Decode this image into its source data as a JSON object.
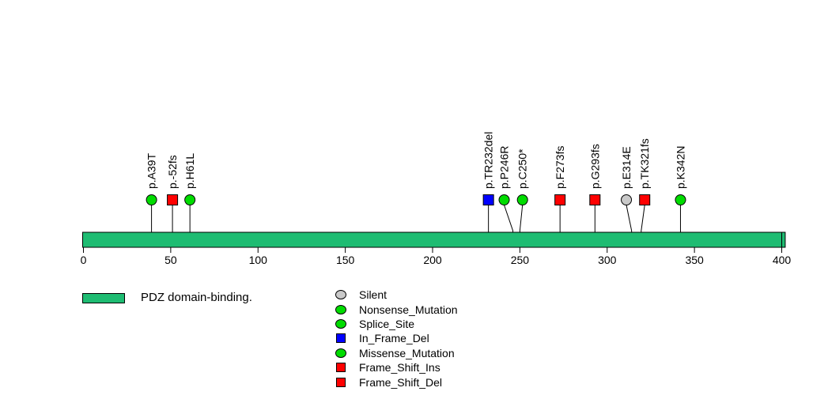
{
  "chart_data": {
    "type": "lollipop",
    "title": "",
    "axis": {
      "min": 0,
      "max": 400,
      "ticks": [
        0,
        50,
        100,
        150,
        200,
        250,
        300,
        350,
        400
      ]
    },
    "protein_bar": {
      "start": 0,
      "end": 402,
      "domain_boundary": 400,
      "fill": "#1EBC72",
      "stroke": "#000000"
    },
    "mutations": [
      {
        "label": "p.A39T",
        "position": 39,
        "shape": "circle",
        "color": "#00DC00",
        "display": 39,
        "attach": 39
      },
      {
        "label": "p.-52fs",
        "position": 52,
        "shape": "square",
        "color": "#FF0000",
        "display": 51,
        "attach": 51
      },
      {
        "label": "p.H61L",
        "position": 61,
        "shape": "circle",
        "color": "#00DC00",
        "display": 61,
        "attach": 61
      },
      {
        "label": "p.TR232del",
        "position": 232,
        "shape": "square",
        "color": "#0000FF",
        "display": 232,
        "attach": 232
      },
      {
        "label": "p.P246R",
        "position": 246,
        "shape": "circle",
        "color": "#00DC00",
        "display": 241,
        "attach": 246
      },
      {
        "label": "p.C250*",
        "position": 250,
        "shape": "circle",
        "color": "#00DC00",
        "display": 251.5,
        "attach": 250
      },
      {
        "label": "p.F273fs",
        "position": 273,
        "shape": "square",
        "color": "#FF0000",
        "display": 273,
        "attach": 273
      },
      {
        "label": "p.G293fs",
        "position": 293,
        "shape": "square",
        "color": "#FF0000",
        "display": 293,
        "attach": 293
      },
      {
        "label": "p.E314E",
        "position": 314,
        "shape": "circle",
        "color": "#C9C9C9",
        "display": 311,
        "attach": 314
      },
      {
        "label": "p.TK321fs",
        "position": 321,
        "shape": "square",
        "color": "#FF0000",
        "display": 321.5,
        "attach": 319.5
      },
      {
        "label": "p.K342N",
        "position": 342,
        "shape": "circle",
        "color": "#00DC00",
        "display": 342,
        "attach": 342
      }
    ],
    "legend_domains": [
      {
        "label": "PDZ domain-binding.",
        "color": "#1EBC72"
      }
    ],
    "legend_types": [
      {
        "label": "Silent",
        "shape": "circle",
        "color": "#C9C9C9"
      },
      {
        "label": "Nonsense_Mutation",
        "shape": "circle",
        "color": "#00DC00"
      },
      {
        "label": "Splice_Site",
        "shape": "circle",
        "color": "#00DC00"
      },
      {
        "label": "In_Frame_Del",
        "shape": "square",
        "color": "#0000FF"
      },
      {
        "label": "Missense_Mutation",
        "shape": "circle",
        "color": "#00DC00"
      },
      {
        "label": "Frame_Shift_Ins",
        "shape": "square",
        "color": "#FF0000"
      },
      {
        "label": "Frame_Shift_Del",
        "shape": "square",
        "color": "#FF0000"
      }
    ],
    "colors": {
      "domain_green": "#1EBC72",
      "mutation_green": "#00DC00",
      "mutation_red": "#FF0000",
      "mutation_blue": "#0000FF",
      "mutation_gray": "#C9C9C9",
      "outline": "#000000"
    }
  }
}
